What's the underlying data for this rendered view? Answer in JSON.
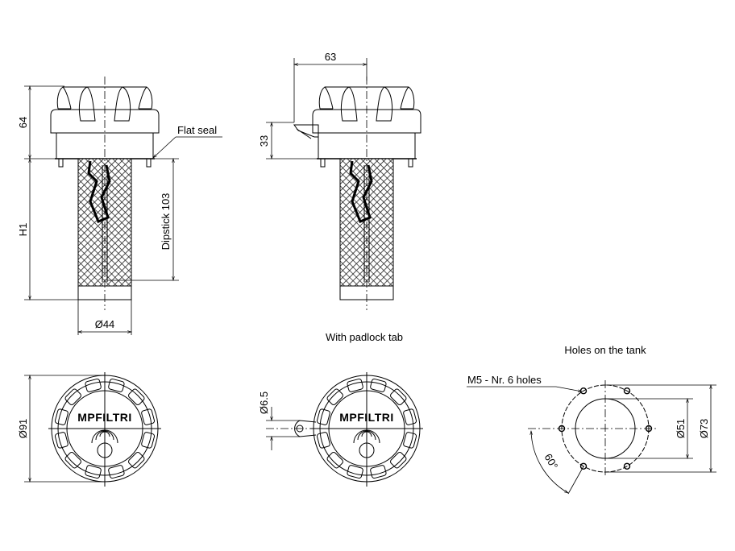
{
  "side_view": {
    "dim_height_cap": "64",
    "dim_height_h1": "H1",
    "dim_dipstick": "Dipstick 103",
    "dim_diameter_filter": "Ø44",
    "flat_seal_label": "Flat seal"
  },
  "padlock_view": {
    "dim_width": "63",
    "dim_tab_height": "33",
    "caption": "With padlock tab",
    "dim_tab_hole": "Ø6.5"
  },
  "top_view": {
    "dim_diameter": "Ø91",
    "logo_text": "MPFILTRI"
  },
  "tank_holes": {
    "caption": "Holes on the tank",
    "holes_label": "M5 - Nr. 6 holes",
    "dim_inner": "Ø51",
    "dim_outer": "Ø73",
    "angle": "60°"
  }
}
